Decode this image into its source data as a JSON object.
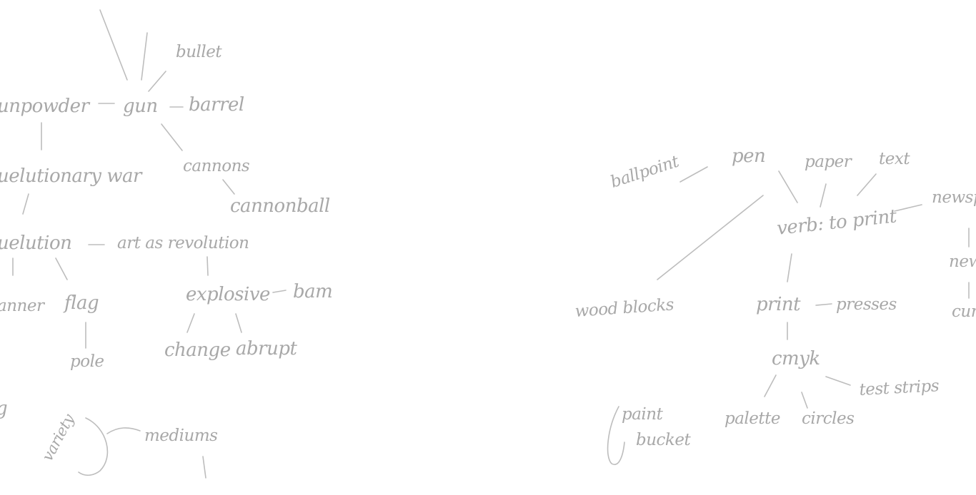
{
  "left_map": {
    "bullet": "bullet",
    "gunpowder": "unpowder",
    "gun": "gun",
    "barrel": "barrel",
    "revolutionary_war": "uelutionary war",
    "cannons": "cannons",
    "cannonball": "cannonball",
    "revolution": "uelution",
    "art_as_revolution": "art as revolution",
    "banner": "anner",
    "flag": "flag",
    "explosive": "explosive",
    "bam": "bam",
    "pole": "pole",
    "change": "change",
    "abrupt": "abrupt",
    "g_fragment": "g",
    "variety": "variety",
    "mediums": "mediums"
  },
  "right_map": {
    "ballpoint": "ballpoint",
    "pen": "pen",
    "paper": "paper",
    "text": "text",
    "newspaper_fragment": "newsp",
    "center": "verb: to print",
    "wood_blocks": "wood blocks",
    "print": "print",
    "presses": "presses",
    "news_fragment": "new",
    "cur_fragment": "cur",
    "cmyk": "cmyk",
    "test_strips": "test strips",
    "paint_bucket_line1": "paint",
    "paint_bucket_line2": "bucket",
    "palette": "palette",
    "circles": "circles"
  }
}
